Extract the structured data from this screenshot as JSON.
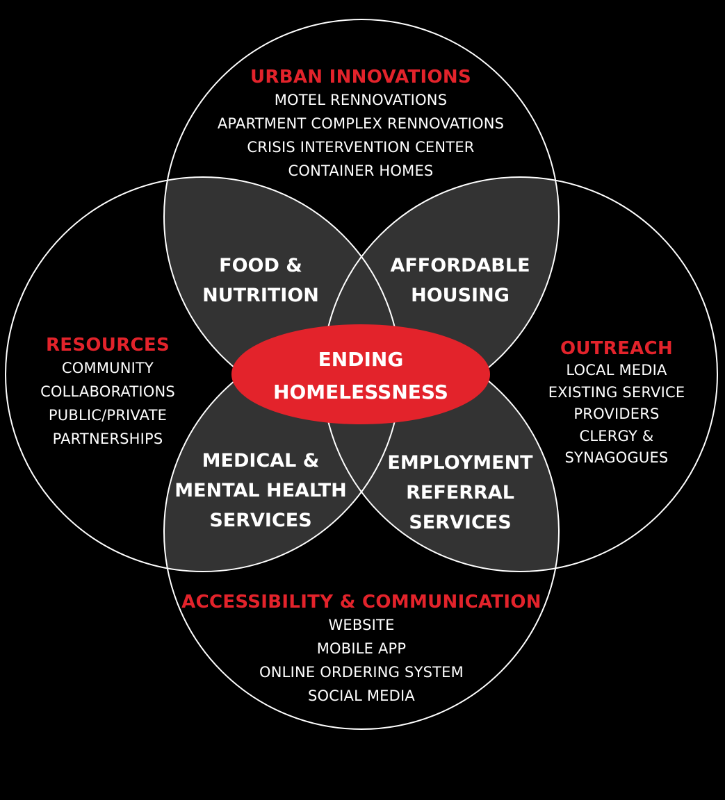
{
  "colors": {
    "background": "#000000",
    "circle_stroke": "#ffffff",
    "overlap_fill": "#333333",
    "accent": "#e3232b",
    "text": "#ffffff"
  },
  "center": {
    "lines": [
      "ENDING",
      "HOMELESSNESS"
    ]
  },
  "categories": {
    "top": {
      "title": "URBAN INNOVATIONS",
      "items": [
        "MOTEL RENNOVATIONS",
        "APARTMENT COMPLEX RENNOVATIONS",
        "CRISIS INTERVENTION CENTER",
        "CONTAINER HOMES"
      ]
    },
    "left": {
      "title": "RESOURCES",
      "items": [
        "COMMUNITY",
        "COLLABORATIONS",
        "PUBLIC/PRIVATE",
        "PARTNERSHIPS"
      ]
    },
    "right": {
      "title": "OUTREACH",
      "items": [
        "LOCAL MEDIA",
        "EXISTING SERVICE",
        "PROVIDERS",
        "CLERGY &",
        "SYNAGOGUES"
      ]
    },
    "bottom": {
      "title": "ACCESSIBILITY & COMMUNICATION",
      "items": [
        "WEBSITE",
        "MOBILE APP",
        "ONLINE ORDERING SYSTEM",
        "SOCIAL MEDIA"
      ]
    }
  },
  "overlaps": {
    "top_left": {
      "lines": [
        "FOOD &",
        "NUTRITION"
      ]
    },
    "top_right": {
      "lines": [
        "AFFORDABLE",
        "HOUSING"
      ]
    },
    "bottom_left": {
      "lines": [
        "MEDICAL &",
        "MENTAL HEALTH",
        "SERVICES"
      ]
    },
    "bottom_right": {
      "lines": [
        "EMPLOYMENT",
        "REFERRAL",
        "SERVICES"
      ]
    }
  }
}
